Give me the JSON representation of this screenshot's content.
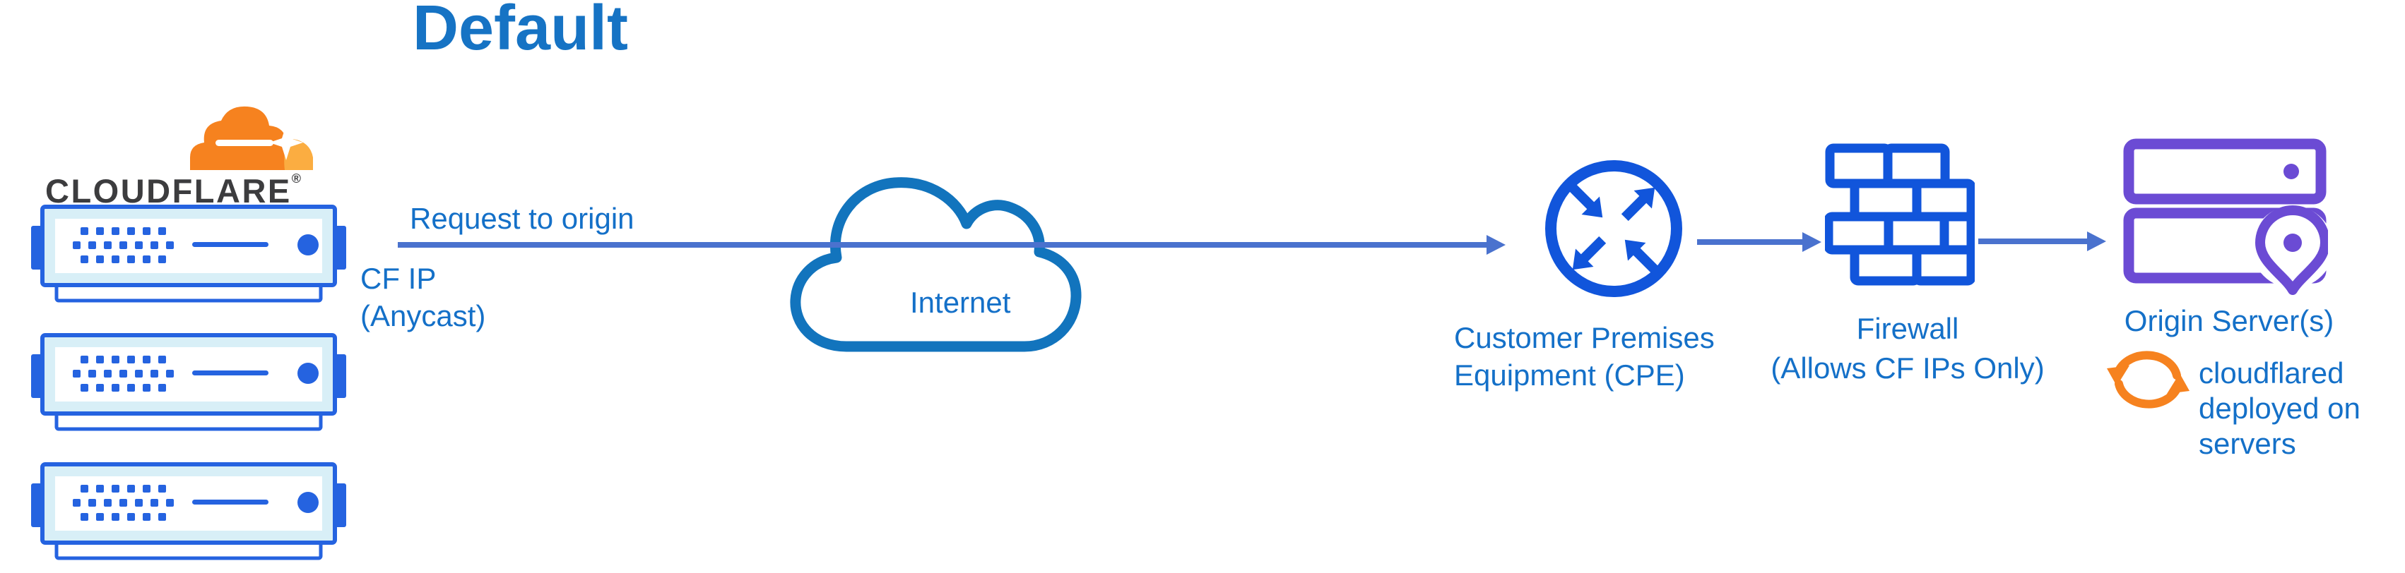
{
  "diagram": {
    "title": "Default",
    "cloudflare": {
      "wordmark": "CLOUDFLARE",
      "registered_mark": "®",
      "server_count": 3
    },
    "request_flow": {
      "label_top": "Request to origin",
      "label_bottom_lines": [
        "CF IP",
        "(Anycast)"
      ]
    },
    "internet": {
      "label": "Internet"
    },
    "cpe": {
      "label_lines": [
        "Customer Premises",
        "Equipment (CPE)"
      ]
    },
    "firewall": {
      "label_lines": [
        "Firewall",
        "(Allows CF IPs Only)"
      ]
    },
    "origin": {
      "label": "Origin Server(s)",
      "note_lines": [
        "cloudflared",
        "deployed on",
        "servers"
      ]
    },
    "colors": {
      "title_blue": "#1673C4",
      "label_blue": "#1470C8",
      "flow_arrow_blue": "#4A72CE",
      "icon_blue": "#1155DB",
      "server_blue": "#2563E0",
      "server_fill": "#D8EFF7",
      "internet_cloud_stroke": "#1274BD",
      "origin_purple": "#6B4BD4",
      "cloudflare_orange": "#F6821F",
      "cloudflare_light_orange": "#FBAD41",
      "wordmark_dark": "#3C3C3E"
    }
  }
}
